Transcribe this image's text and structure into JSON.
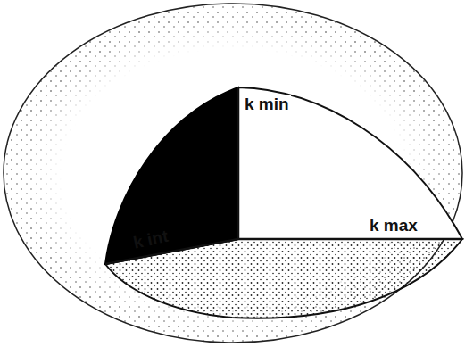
{
  "diagram": {
    "labels": [
      "k min",
      "k max",
      "k int"
    ]
  }
}
